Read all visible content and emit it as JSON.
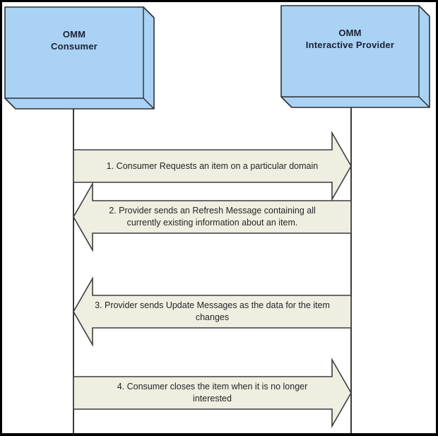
{
  "diagram": {
    "type": "sequence-interaction-diagram",
    "participants": [
      {
        "id": "consumer",
        "label_line1": "OMM",
        "label_line2": "Consumer"
      },
      {
        "id": "provider",
        "label_line1": "OMM",
        "label_line2": "Interactive Provider"
      }
    ],
    "messages": [
      {
        "step": "1",
        "from": "consumer",
        "to": "provider",
        "direction": "right",
        "label": "1. Consumer Requests an item on a particular domain"
      },
      {
        "step": "2",
        "from": "provider",
        "to": "consumer",
        "direction": "left",
        "label": "2. Provider sends an Refresh Message containing all currently existing information about an item."
      },
      {
        "step": "3",
        "from": "provider",
        "to": "consumer",
        "direction": "left",
        "label": "3. Provider sends Update Messages as the data for the item changes"
      },
      {
        "step": "4",
        "from": "consumer",
        "to": "provider",
        "direction": "right",
        "label": "4. Consumer closes the item when it is no longer interested"
      }
    ],
    "colors": {
      "participant_fill": "#a9d2f4",
      "participant_border": "#2e2e2e",
      "participant_text": "#1b2136",
      "arrow_fill": "#eeeee1",
      "arrow_border": "#3d3d3d",
      "message_text": "#262626",
      "line": "#3a3a3a",
      "frame": "#000000"
    }
  }
}
